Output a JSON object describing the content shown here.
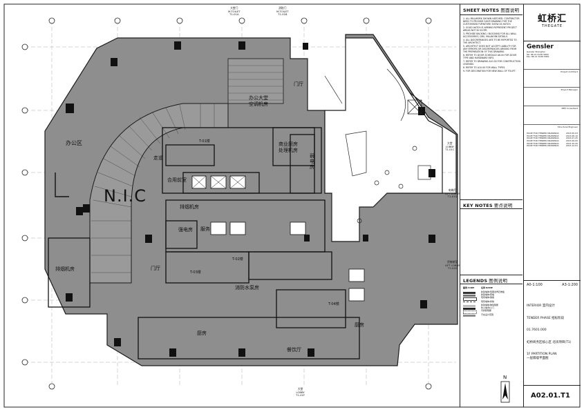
{
  "drawing": {
    "plan_labels": {
      "office_zone": "办公区",
      "nic": "N.I.C",
      "exhaust_room_left": "排烟机房",
      "office_hvac_room": "办公大堂\n空调机房",
      "catering_waste_room": "商业厨房\n处理机房",
      "foyer_right": "门厅",
      "elec_room_right": "弱电房",
      "corridor": "走道",
      "shared_front_room": "合用前室",
      "exhaust_room_mid": "排烟机房",
      "elec_room_mid": "强电房",
      "service": "服务",
      "foyer_mid": "门厅",
      "fire_room": "消防水泵房",
      "kitchen_left": "厨房",
      "kitchen_right": "厨房",
      "dining_hall": "餐饮厅",
      "stair_a": "T-01楼",
      "stair_b": "T-02楼",
      "stair_c": "T-03楼",
      "stair_d": "T-04楼"
    },
    "lift_tags": {
      "top_a": "大堂门\nM-TOILET\nT1-01A",
      "top_b": "消防门\nM-TOILET\nT1-01B",
      "right_a": "大堂\nLOBBY\nT1-01C",
      "right_b": "电梯厅\nLIFT LOBBY\nT1-01D",
      "right_c": "货梯前室\nLIFT LOBBY\nT1-01E",
      "bottom": "大堂\nLOBBY\nT1-01F"
    },
    "north_label": "N"
  },
  "notes_panel": {
    "sheet_notes_title": "SHEET NOTES",
    "sheet_notes_title_zh": "图面说明",
    "sheet_notes": [
      "1. ALL MILLWORK SHOWN HATCHED. CONTRACTOR NEED TO PROVIDE SHOP DRAWING FOR THE CUSTOMISED FURNITURE SHOW AS HATCH.",
      "2. SOLID HATCH IS ARMING REPRESENT PROJECT AREAS NOT IN SCOPE.",
      "3. PROVIDE BACKING / BLOCKING FOR ALL WALL ACCESSORIES, DRS, MILLWORK DETAILS.",
      "4. ALL DISCREPANCIES ARE TO BE REPORTED TO THE ARCHITECT.",
      "5. ARCHITECT DOES NOT ACCEPT LIABILITY FOR ANY ERRORS OR DISCREPANCIES ARISING FROM THE PREPARATION OF THIS DRAWING.",
      "6. REFER TO DOOR SCHEDULE A6.00 FOR DOOR TYPE AND HARDWARE INFO.",
      "7. REFER TO DRAWING A10.00 FOR CONSTRUCTION LEGENDS.",
      "8. REFER TO A10.00 FOR WALL TYPES.",
      "9. FOR DECORATION FOR NEW WALL OF FOLIFT."
    ],
    "key_notes_title": "KEY NOTES",
    "key_notes_title_zh": "要点说明",
    "legends_title": "LEGENDS",
    "legends_title_zh": "图例说明",
    "legend_header_code": "图例 CODE",
    "legend_header_name": "名称 NAME",
    "legend_items": [
      "新建墙体/轻钢龙骨石膏板",
      "新建墙体/砖墙",
      "现有墙体/保留",
      "现有墙体/拆除",
      "新建墙体/玻璃隔断",
      "防火墙/防火门",
      "可拆卸隔断",
      "不在设计范围"
    ]
  },
  "title_block": {
    "client_logo_text": "虹桥汇",
    "client_logo_sub": "THEGATE",
    "architect": "Gensler",
    "architect_lines": [
      "Gensler Shanghai",
      "Tel: 86 21 6136 5800",
      "Fax: 86 21 6136 5801"
    ],
    "field_labels": [
      "Project Architect",
      "Project Manager",
      "MEP Consultant",
      "Structural Engineer"
    ],
    "revisions": [
      "ISSUE FOR TENDER DRAWINGS",
      "ISSUE FOR TENDER DRAWINGS",
      "ISSUE FOR TENDER DRAWINGS",
      "ISSUE FOR TENDER DRAWINGS",
      "ISSUE FOR TENDER DRAWINGS",
      "ISSUE FOR TENDER DRAWINGS"
    ],
    "revision_dates": [
      "2013.05.03",
      "2013.06.10",
      "2013.07.25",
      "2013.09.05",
      "2013.10.20",
      "2013.12.01"
    ],
    "scale_label": "A0-1:100",
    "scale_label_2": "A3-1:200",
    "discipline": "INTERIOR 室内设计",
    "phase": "TENDER PHASE 招标阶段",
    "project_no": "01.7601.000",
    "project_name": "虹桥商务区核心区 北块项目(T1)",
    "drawing_title_en": "1F PARTITION PLAN",
    "drawing_title_zh": "一层隔墙平面图",
    "sheet_number": "A02.01.T1"
  },
  "colors": {
    "fill_grey": "#8e8e8e",
    "wall": "#1a1a1a",
    "background": "#ffffff"
  }
}
